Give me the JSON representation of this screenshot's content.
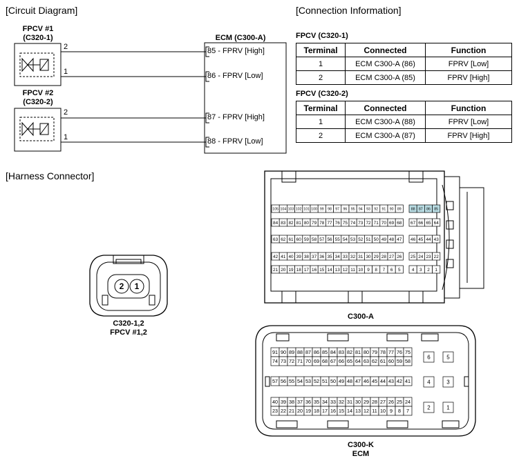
{
  "circuit": {
    "section_title": "[Circuit Diagram]",
    "fpcv1": {
      "title_line1": "FPCV #1",
      "title_line2": "(C320-1)"
    },
    "fpcv2": {
      "title_line1": "FPCV #2",
      "title_line2": "(C320-2)"
    },
    "ecm_title": "ECM (C300-A)",
    "wire_labels": [
      "2",
      "1",
      "2",
      "1"
    ],
    "ecm_pins": [
      "85 - FPRV [High]",
      "86   - FPRV [Low]",
      "87 - FPRV [High]",
      "88 - FPRV [Low]"
    ]
  },
  "connection": {
    "section_title": "[Connection Information]",
    "headers": [
      "Terminal",
      "Connected",
      "Function"
    ],
    "tables": [
      {
        "title": "FPCV (C320-1)",
        "rows": [
          [
            "1",
            "ECM C300-A (86)",
            "FPRV [Low]"
          ],
          [
            "2",
            "ECM C300-A (85)",
            "FPRV [High]"
          ]
        ]
      },
      {
        "title": "FPCV (C320-2)",
        "rows": [
          [
            "1",
            "ECM C300-A (88)",
            "FPRV [Low]"
          ],
          [
            "2",
            "ECM C300-A (87)",
            "FPRV [High]"
          ]
        ]
      }
    ]
  },
  "harness": {
    "section_title": "[Harness Connector]",
    "fpcv_connector": {
      "pins": [
        "2",
        "1"
      ],
      "label_line1": "C320-1,2",
      "label_line2": "FPCV #1,2"
    },
    "c300a": {
      "label": "C300-A",
      "highlight_color": "#b9dce3",
      "highlighted_pins": [
        "88",
        "87",
        "86",
        "85"
      ],
      "rows": [
        [
          [
            "105",
            "104",
            "103",
            "102",
            "101",
            "100",
            "99",
            "98",
            "97",
            "96",
            "95",
            "94",
            "93",
            "92",
            "91",
            "90",
            "89"
          ],
          [
            "88",
            "87",
            "86",
            "85"
          ]
        ],
        [
          [
            "84",
            "83",
            "82",
            "81",
            "80",
            "79",
            "78",
            "77",
            "76",
            "75",
            "74",
            "73",
            "72",
            "71",
            "70",
            "69",
            "68"
          ],
          [
            "67",
            "66",
            "65",
            "64"
          ]
        ],
        [
          [
            "63",
            "62",
            "61",
            "60",
            "59",
            "58",
            "57",
            "56",
            "55",
            "54",
            "53",
            "52",
            "51",
            "50",
            "49",
            "48",
            "47"
          ],
          [
            "46",
            "45",
            "44",
            "43"
          ]
        ],
        [
          [
            "42",
            "41",
            "40",
            "39",
            "38",
            "37",
            "36",
            "35",
            "34",
            "33",
            "32",
            "31",
            "30",
            "29",
            "28",
            "27",
            "26"
          ],
          [
            "25",
            "24",
            "23",
            "22"
          ]
        ],
        [
          [
            "21",
            "20",
            "19",
            "18",
            "17",
            "16",
            "15",
            "14",
            "13",
            "12",
            "11",
            "10",
            "9",
            "8",
            "7",
            "6",
            "5"
          ],
          [
            "4",
            "3",
            "2",
            "1"
          ]
        ]
      ]
    },
    "c300k": {
      "label_line1": "C300-K",
      "label_line2": "ECM",
      "rows": [
        [
          "91",
          "90",
          "89",
          "88",
          "87",
          "86",
          "85",
          "84",
          "83",
          "82",
          "81",
          "80",
          "79",
          "78",
          "77",
          "76",
          "75"
        ],
        [
          "74",
          "73",
          "72",
          "71",
          "70",
          "69",
          "68",
          "67",
          "66",
          "65",
          "64",
          "63",
          "62",
          "61",
          "60",
          "59",
          "58"
        ],
        [
          "57",
          "56",
          "55",
          "54",
          "53",
          "52",
          "51",
          "50",
          "49",
          "48",
          "47",
          "46",
          "45",
          "44",
          "43",
          "42",
          "41"
        ],
        [
          "40",
          "39",
          "38",
          "37",
          "36",
          "35",
          "34",
          "33",
          "32",
          "31",
          "30",
          "29",
          "28",
          "27",
          "26",
          "25",
          "24"
        ],
        [
          "23",
          "22",
          "21",
          "20",
          "19",
          "18",
          "17",
          "16",
          "15",
          "14",
          "13",
          "12",
          "11",
          "10",
          "9",
          "8",
          "7"
        ]
      ],
      "side_pins": [
        [
          "6",
          "5"
        ],
        [
          "4",
          "3"
        ],
        [
          "2",
          "1"
        ]
      ]
    }
  }
}
